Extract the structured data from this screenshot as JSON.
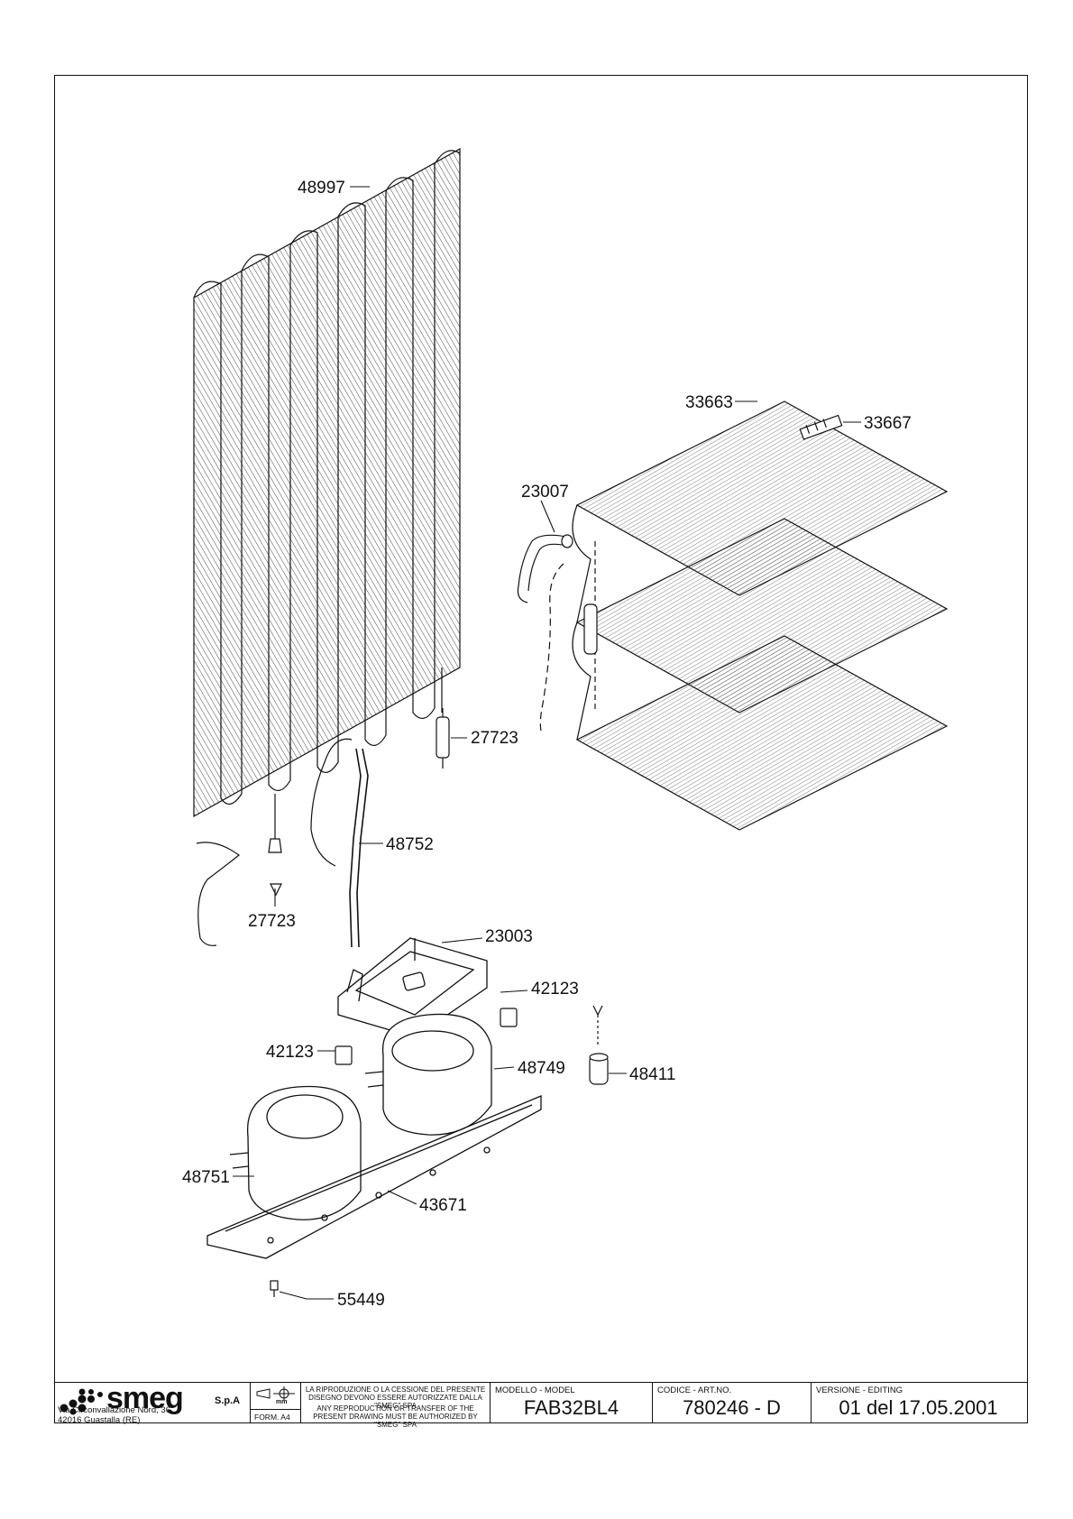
{
  "parts": {
    "p48997": "48997",
    "p33663": "33663",
    "p33667": "33667",
    "p23007": "23007",
    "p27723a": "27723",
    "p27723b": "27723",
    "p48752": "48752",
    "p23003": "23003",
    "p42123a": "42123",
    "p42123b": "42123",
    "p48749": "48749",
    "p48411": "48411",
    "p48751": "48751",
    "p43671": "43671",
    "p55449": "55449"
  },
  "titleblock": {
    "brand": "smeg",
    "brand_suffix": "S.p.A",
    "address_line1": "Via Circonvallazione Nord, 36",
    "address_line2": "42016  Guastalla (RE)",
    "symbol_unit": "mm",
    "format": "FORM. A4",
    "notice_it": "LA RIPRODUZIONE O LA CESSIONE DEL PRESENTE DISEGNO DEVONO ESSERE AUTORIZZATE DALLA \"SMEG\" SPA",
    "notice_en": "ANY REPRODUCTION OR TRANSFER OF THE PRESENT DRAWING MUST BE AUTHORIZED BY \"SMEG\" SPA",
    "model_caption": "MODELLO - MODEL",
    "model_value": "FAB32BL4",
    "code_caption": "CODICE - ART.NO.",
    "code_value": "780246 - D",
    "version_caption": "VERSIONE - EDITING",
    "version_value": "01 del 17.05.2001"
  }
}
